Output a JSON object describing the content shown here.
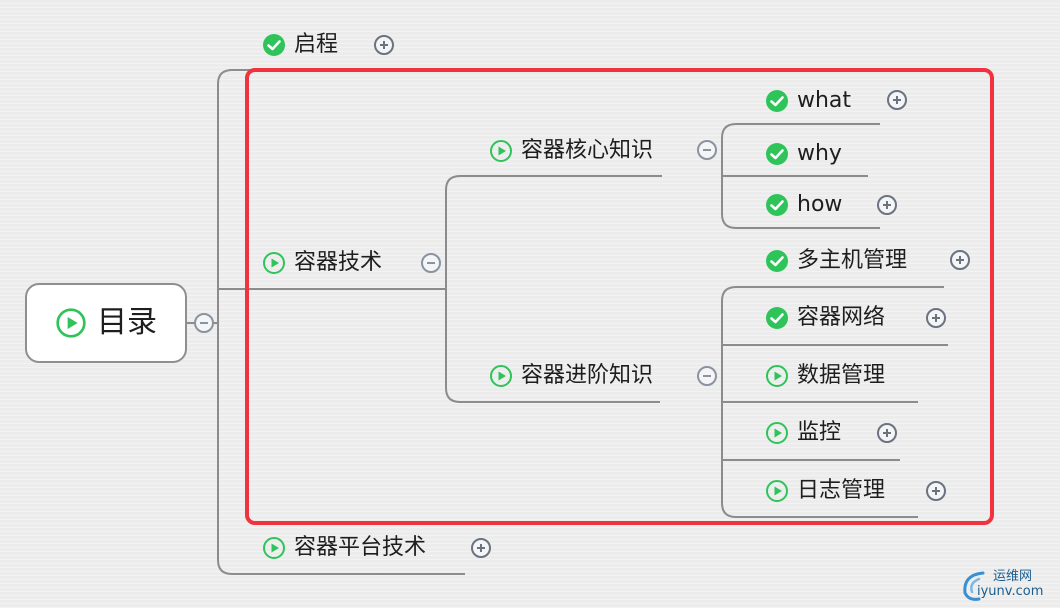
{
  "root": {
    "label": "目录",
    "status": "play-icon"
  },
  "nodes": [
    {
      "id": "qicheng",
      "label": "启程",
      "status": "check-icon",
      "control": "plus"
    },
    {
      "id": "rongqi-jishu",
      "label": "容器技术",
      "status": "play-icon",
      "control": "minus"
    },
    {
      "id": "hexin",
      "label": "容器核心知识",
      "status": "play-icon",
      "control": "minus"
    },
    {
      "id": "what",
      "label": "what",
      "status": "check-icon",
      "control": "plus"
    },
    {
      "id": "why",
      "label": "why",
      "status": "check-icon",
      "control": "none"
    },
    {
      "id": "how",
      "label": "how",
      "status": "check-icon",
      "control": "plus"
    },
    {
      "id": "jinjie",
      "label": "容器进阶知识",
      "status": "play-icon",
      "control": "minus"
    },
    {
      "id": "duozhuji",
      "label": "多主机管理",
      "status": "check-icon",
      "control": "plus"
    },
    {
      "id": "wangluo",
      "label": "容器网络",
      "status": "check-icon",
      "control": "plus"
    },
    {
      "id": "shuju",
      "label": "数据管理",
      "status": "play-icon",
      "control": "none"
    },
    {
      "id": "jiankong",
      "label": "监控",
      "status": "play-icon",
      "control": "plus"
    },
    {
      "id": "rizhi",
      "label": "日志管理",
      "status": "play-icon",
      "control": "plus"
    },
    {
      "id": "pingtai",
      "label": "容器平台技术",
      "status": "play-icon",
      "control": "plus"
    }
  ],
  "colors": {
    "check": "#2ec45a",
    "play": "#2ec45a",
    "connector": "#8c8c8c",
    "highlight": "#f0333f"
  },
  "watermark": {
    "name": "运维网",
    "domain": "iyunv.com"
  }
}
